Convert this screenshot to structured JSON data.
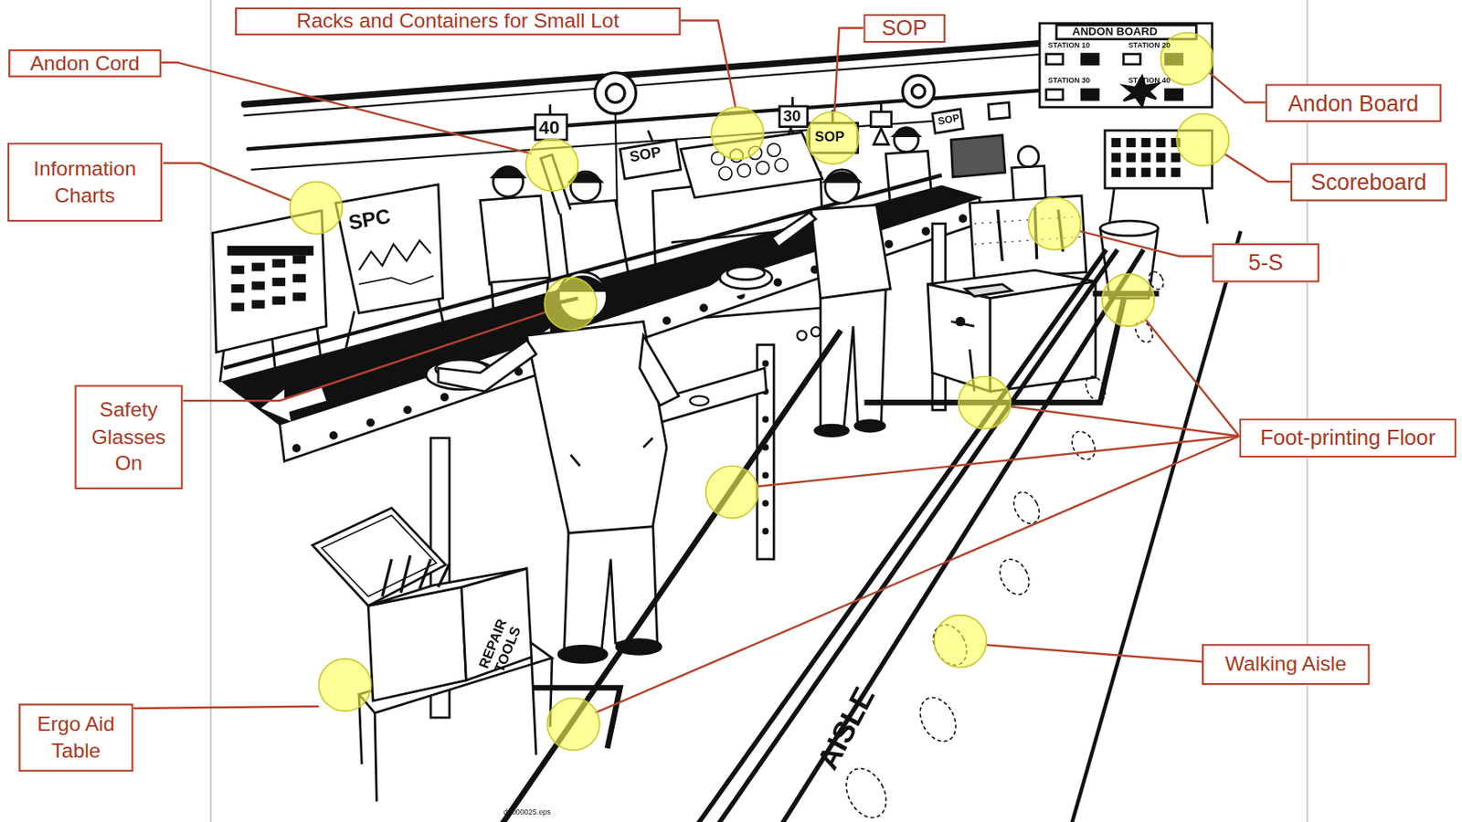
{
  "diagram": {
    "nodes": [
      {
        "text": [
          "Racks and Containers for Small Lot"
        ]
      },
      {
        "text": [
          "SOP"
        ]
      },
      {
        "text": [
          "Andon Cord"
        ]
      },
      {
        "text": [
          "Andon Board"
        ]
      },
      {
        "text": [
          "Information Charts"
        ]
      },
      {
        "text": [
          "Scoreboard"
        ]
      },
      {
        "text": [
          "5-S"
        ]
      },
      {
        "text": [
          "Safety Glasses On"
        ]
      },
      {
        "text": [
          "Foot-printing Floor"
        ]
      },
      {
        "text": [
          "Walking Aisle"
        ]
      },
      {
        "text": [
          "Ergo Aid Table"
        ]
      }
    ],
    "labels": [
      "40",
      "SOP",
      "30",
      "SOP",
      "SOP",
      "SPC",
      "ANDON BOARD",
      "STATION 10",
      "STATION 20",
      "STATION 30",
      "STATION 40",
      "REPAIR TOOLS",
      "AISLE",
      "d9000025.eps"
    ]
  }
}
